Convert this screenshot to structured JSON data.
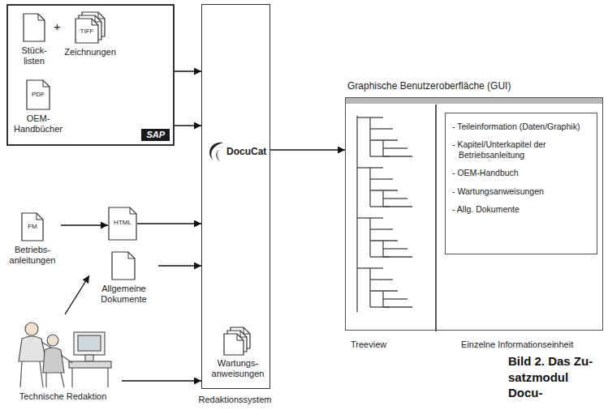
{
  "diagram": {
    "caption": "Bild 2. Das Zu- satzmodul Docu-",
    "nodes": [
      {
        "text": [
          "SAP"
        ]
      },
      {
        "text": [
          "Stück- listen"
        ],
        "in": 0
      },
      {
        "text": [
          "TIFF",
          "Zeichnungen"
        ],
        "in": 0
      },
      {
        "text": [
          "PDF",
          "OEM- Handbücher"
        ],
        "in": 0
      },
      {
        "text": [
          "FM",
          "Betriebs- anleitungen"
        ]
      },
      {
        "text": [
          "HTML"
        ]
      },
      {
        "text": [
          "Allgemeine Dokumente"
        ]
      },
      {
        "text": [
          "Technische Redaktion"
        ]
      },
      {
        "text": [
          "DocuCat",
          "Redaktionssystem"
        ]
      },
      {
        "text": [
          "Wartungs- anweisungen"
        ],
        "in": 8
      },
      {
        "text": [
          "Graphische Benutzeroberfläche (GUI)"
        ]
      },
      {
        "text": [
          "Treeview"
        ],
        "in": 10
      },
      {
        "text": [
          "Einzelne Informationseinheit"
        ],
        "in": 10
      },
      {
        "text": [
          "- Teileinformation (Daten/Graphik)",
          "- Kapitel/Unterkapitel der Betriebsanleitung",
          "- OEM-Handbuch",
          "- Wartungsanweisungen",
          "- Allg. Dokumente"
        ],
        "in": 12
      }
    ],
    "edges": [
      {
        "from": 0,
        "to": 8,
        "arrow": "to"
      },
      {
        "from": 0,
        "to": 8,
        "arrow": "to"
      },
      {
        "from": 4,
        "to": 5,
        "arrow": "to"
      },
      {
        "from": 5,
        "to": 8,
        "arrow": "to"
      },
      {
        "from": 6,
        "to": 8,
        "arrow": "to"
      },
      {
        "from": 7,
        "to": 6,
        "arrow": "to"
      },
      {
        "from": 7,
        "to": 8,
        "arrow": "to"
      },
      {
        "from": 8,
        "to": 10,
        "arrow": "to"
      }
    ],
    "labels": [
      "+"
    ]
  }
}
